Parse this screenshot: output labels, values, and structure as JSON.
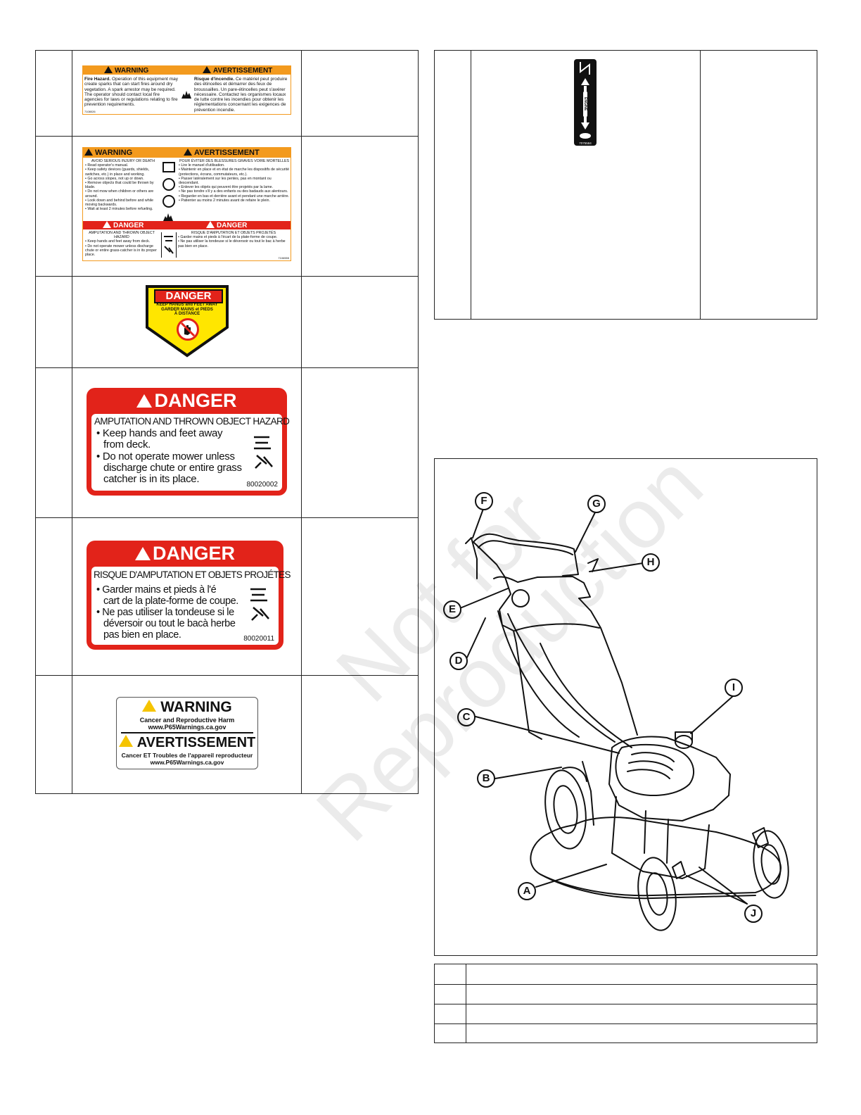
{
  "decals": {
    "fire": {
      "warning": "WARNING",
      "avertissement": "AVERTISSEMENT",
      "en_bold": "Fire Hazard.",
      "en_text": "Operation of this equipment may create sparks that can start fires around dry vegetation. A spark arrestor may be required. The operator should contact local fire agencies for laws or regulations relating to fire prevention requirements.",
      "fr_bold": "Risque d'incendie.",
      "fr_text": "Ce matériel peut produire des étincelles et démarrer des feux de broussailles. Un pare-étincelles peut s'avérer nécessaire. Contactez les organismes locaux de lutte contre les incendies pour obtenir les réglementations concernant les exigences de prévention incendie.",
      "part": "7108026"
    },
    "safety": {
      "warning": "WARNING",
      "avertissement": "AVERTISSEMENT",
      "en_head": "AVOID SERIOUS INJURY OR DEATH",
      "en_items": [
        "• Read operator's manual.",
        "• Keep safety devices (guards, shields, switches, etc.) in place and working.",
        "• Go across slopes, not up or down.",
        "• Remove objects that could be thrown by blade.",
        "• Do not mow when children or others are around.",
        "• Look down and behind before and while moving backwards.",
        "• Wait at least 2 minutes before refueling."
      ],
      "fr_head": "POUR ÉVITER DES BLESSURES GRAVES VOIRE MORTELLES",
      "fr_items": [
        "• Lire le manuel d'utilisation.",
        "• Maintenir en place et en état de marche les dispositifs de sécurité (protections, écrans, commutateurs, etc.).",
        "• Passer latéralement sur les pentes, pas en montant ou descendant.",
        "• Enlever les objets qui peuvent être projetés par la lame.",
        "• Ne pas tondre s'il y a des enfants ou des badauds aux alentours.",
        "• Regarder en bas et derrière avant et pendant une marche arrière.",
        "• Patienter au moins 2 minutes avant de refaire le plein."
      ],
      "danger_en": "DANGER",
      "danger_fr": "DANGER",
      "en_danger_head": "AMPUTATION AND THROWN OBJECT HAZARD",
      "en_danger_items": [
        "• Keep hands and feet away from deck.",
        "• Do not operate mower unless discharge chute or entire grass-catcher is in its proper place."
      ],
      "fr_danger_head": "RISQUE D'AMPUTATION ET OBJETS PROJETÉS",
      "fr_danger_items": [
        "• Garder mains et pieds à l'écart de la plate-forme de coupe.",
        "• Ne pas utiliser la tondeuse si le déversoir ou tout le bac à herbe pas bien en place."
      ],
      "part": "7106555"
    },
    "hand": {
      "danger": "DANGER",
      "line1": "KEEP HANDS and FEET AWAY",
      "line2": "GARDER MAINS et PIEDS",
      "line3": "À DISTANCE"
    },
    "danger_en": {
      "title": "DANGER",
      "head": "AMPUTATION AND THROWN OBJECT HAZARD",
      "b1_line1": "• Keep hands and feet away",
      "b1_line2": "from deck.",
      "b2_line1": "• Do not operate mower unless",
      "b2_line2": "discharge chute or entire grass",
      "b2_line3": "catcher is in its place.",
      "part": "80020002"
    },
    "danger_fr": {
      "title": "DANGER",
      "head": "RISQUE D'AMPUTATION ET OBJETS PROJÉTES",
      "b1_line1": "• Garder mains et pieds à l'é",
      "b1_line2": "cart de la plate-forme de coupe.",
      "b2_line1": "• Ne pas utiliser la tondeuse si le",
      "b2_line2": "déversoir ou tout le bacà herbe",
      "b2_line3": "pas bien en place.",
      "part": "80020011"
    },
    "prop65": {
      "warning": "WARNING",
      "warning_sub": "Cancer and Reproductive Harm",
      "warning_url": "www.P65Warnings.ca.gov",
      "avert": "AVERTISSEMENT",
      "avert_sub": "Cancer ET Troubles de l'appareil reproducteur",
      "avert_url": "www.P65Warnings.ca.gov"
    },
    "throttle": {
      "engine": "ENGINE",
      "part": "7075584"
    }
  },
  "watermark": {
    "line1": "Not for",
    "line2": "Reproduction"
  },
  "callouts": [
    "A",
    "B",
    "C",
    "D",
    "E",
    "F",
    "G",
    "H",
    "I",
    "J"
  ]
}
